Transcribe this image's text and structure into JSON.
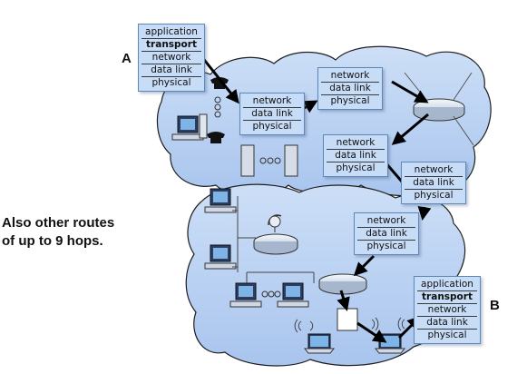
{
  "hosts": {
    "a": {
      "label": "A",
      "layers": [
        {
          "name": "application",
          "bold": false
        },
        {
          "name": "transport",
          "bold": true
        },
        {
          "name": "network",
          "bold": false
        },
        {
          "name": "data link",
          "bold": false
        },
        {
          "name": "physical",
          "bold": false
        }
      ]
    },
    "b": {
      "label": "B",
      "layers": [
        {
          "name": "application",
          "bold": false
        },
        {
          "name": "transport",
          "bold": true
        },
        {
          "name": "network",
          "bold": false
        },
        {
          "name": "data link",
          "bold": false
        },
        {
          "name": "physical",
          "bold": false
        }
      ]
    }
  },
  "routers": [
    {
      "layers": [
        "network",
        "data link",
        "physical"
      ]
    },
    {
      "layers": [
        "network",
        "data link",
        "physical"
      ]
    },
    {
      "layers": [
        "network",
        "data link",
        "physical"
      ]
    },
    {
      "layers": [
        "network",
        "data link",
        "physical"
      ]
    },
    {
      "layers": [
        "network",
        "data link",
        "physical"
      ]
    }
  ],
  "note": {
    "line1": "Also other routes",
    "line2": "of up to 9 hops."
  },
  "colors": {
    "cloud_fill": "#b7cff2",
    "cloud_stroke": "#1f1f1f",
    "host_stack_fill": "#c7dcf6",
    "router_stack_fill": "#ffffff",
    "arrow": "#000000"
  }
}
